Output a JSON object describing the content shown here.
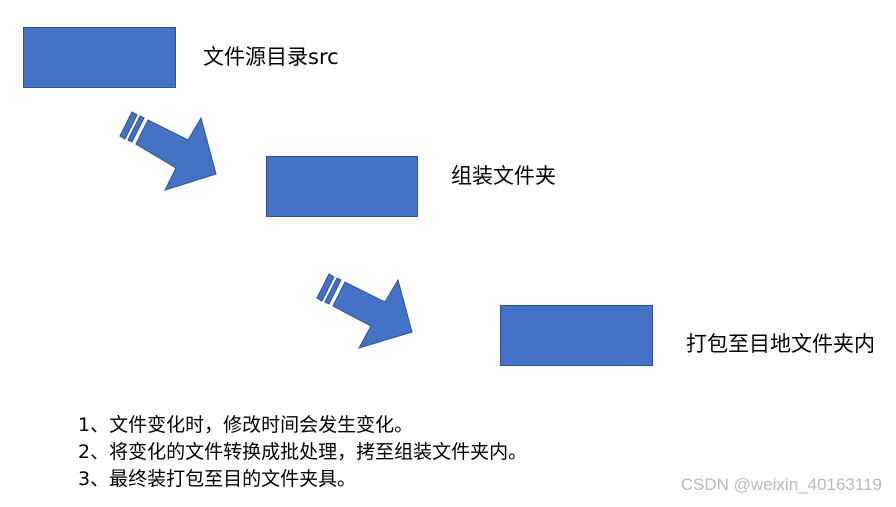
{
  "diagram": {
    "box_color": "#4472c4",
    "nodes": [
      {
        "id": "source",
        "label": "文件源目录src"
      },
      {
        "id": "assemble",
        "label": "组装文件夹"
      },
      {
        "id": "package",
        "label": "打包至目地文件夹内"
      }
    ],
    "notes": [
      "1、文件变化时，修改时间会发生变化。",
      "2、将变化的文件转换成批处理，拷至组装文件夹内。",
      "3、最终装打包至目的文件夹具。"
    ]
  },
  "watermark": "CSDN @weixin_40163119"
}
